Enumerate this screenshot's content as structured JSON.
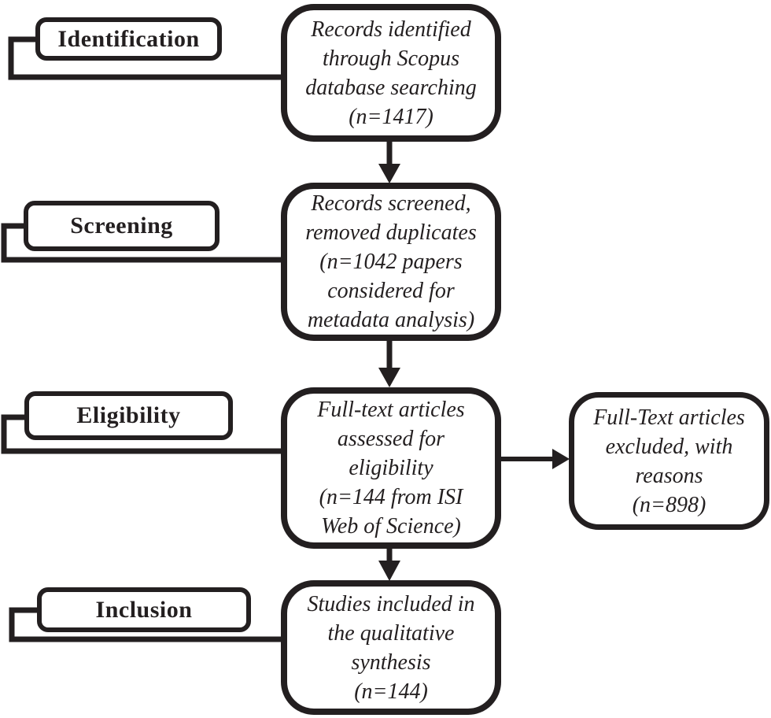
{
  "stages": [
    {
      "label": "Identification"
    },
    {
      "label": "Screening"
    },
    {
      "label": "Eligibility"
    },
    {
      "label": "Inclusion"
    }
  ],
  "flow": {
    "identified": {
      "text": "Records identified\nthrough Scopus\ndatabase searching\n(n=1417)"
    },
    "screened": {
      "text": "Records screened,\nremoved duplicates\n(n=1042 papers\nconsidered for\nmetadata analysis)"
    },
    "eligibility": {
      "text": "Full-text articles\nassessed for\neligibility\n(n=144 from ISI\nWeb of Science)"
    },
    "excluded": {
      "text": "Full-Text articles\nexcluded, with\nreasons\n(n=898)"
    },
    "included": {
      "text": "Studies included in\nthe qualitative\nsynthesis\n(n=144)"
    }
  },
  "colors": {
    "line": "#231f20",
    "background": "#ffffff"
  }
}
